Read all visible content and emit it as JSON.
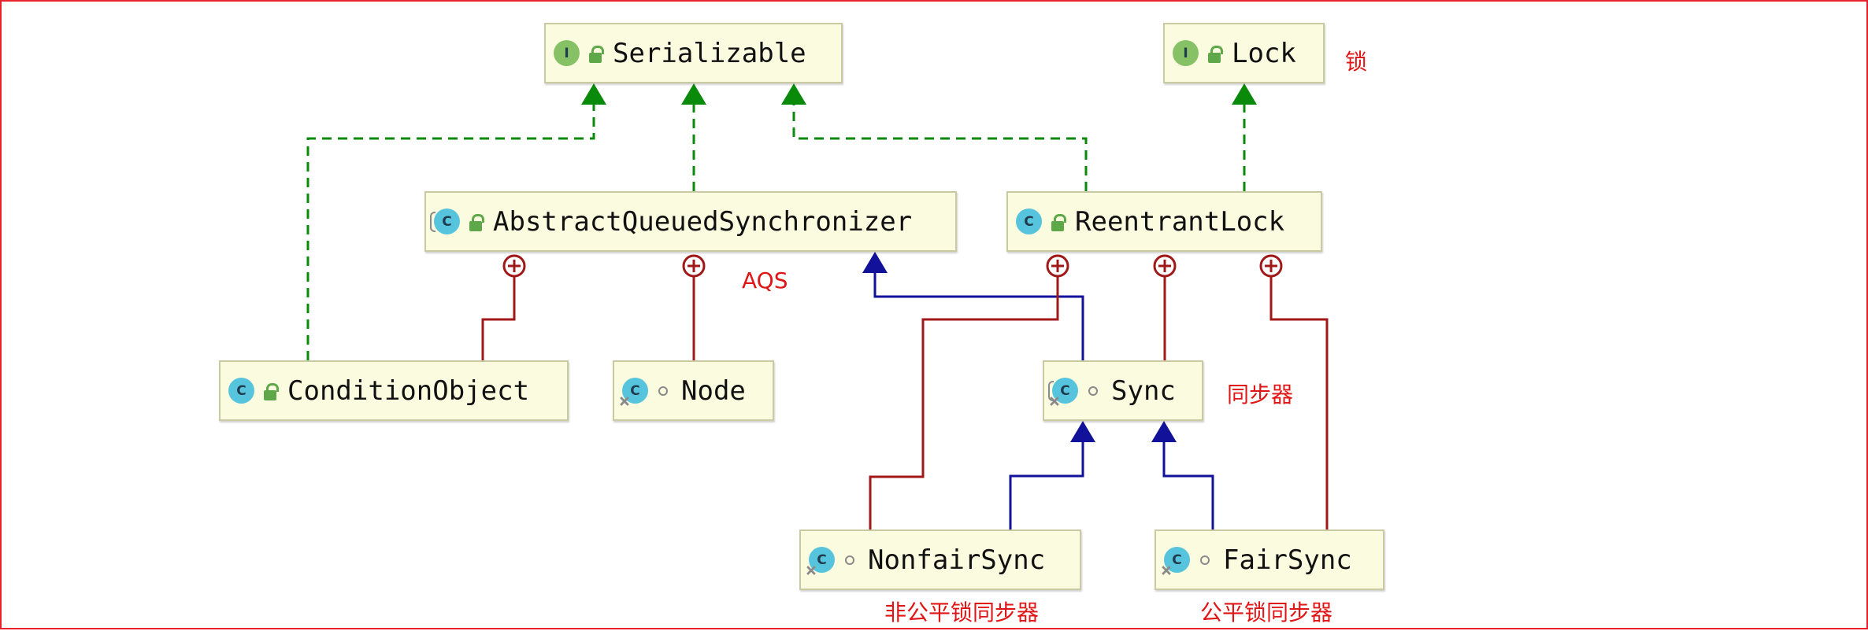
{
  "nodes": {
    "serializable": {
      "name": "Serializable",
      "kind": "interface",
      "visibility": "public"
    },
    "lock": {
      "name": "Lock",
      "kind": "interface",
      "visibility": "public"
    },
    "aqs": {
      "name": "AbstractQueuedSynchronizer",
      "kind": "abstract-class",
      "visibility": "public"
    },
    "reentrant_lock": {
      "name": "ReentrantLock",
      "kind": "class",
      "visibility": "public"
    },
    "condition_object": {
      "name": "ConditionObject",
      "kind": "class",
      "visibility": "public"
    },
    "node": {
      "name": "Node",
      "kind": "static-class",
      "visibility": "package"
    },
    "sync": {
      "name": "Sync",
      "kind": "abstract-static-class",
      "visibility": "package"
    },
    "nonfair_sync": {
      "name": "NonfairSync",
      "kind": "static-class",
      "visibility": "package"
    },
    "fair_sync": {
      "name": "FairSync",
      "kind": "static-class",
      "visibility": "package"
    }
  },
  "annotations": {
    "lock": "锁",
    "aqs": "AQS",
    "sync": "同步器",
    "nonfair_sync": "非公平锁同步器",
    "fair_sync": "公平锁同步器"
  },
  "edges": [
    {
      "from": "condition_object",
      "to": "serializable",
      "type": "implements"
    },
    {
      "from": "aqs",
      "to": "serializable",
      "type": "implements"
    },
    {
      "from": "reentrant_lock",
      "to": "serializable",
      "type": "implements"
    },
    {
      "from": "reentrant_lock",
      "to": "lock",
      "type": "implements"
    },
    {
      "from": "sync",
      "to": "aqs",
      "type": "extends"
    },
    {
      "from": "nonfair_sync",
      "to": "sync",
      "type": "extends"
    },
    {
      "from": "fair_sync",
      "to": "sync",
      "type": "extends"
    },
    {
      "from": "condition_object",
      "to": "aqs",
      "type": "inner"
    },
    {
      "from": "node",
      "to": "aqs",
      "type": "inner"
    },
    {
      "from": "nonfair_sync",
      "to": "reentrant_lock",
      "type": "inner"
    },
    {
      "from": "sync",
      "to": "reentrant_lock",
      "type": "inner"
    },
    {
      "from": "fair_sync",
      "to": "reentrant_lock",
      "type": "inner"
    }
  ],
  "colors": {
    "implements": "#0a8a0a",
    "extends": "#111199",
    "inner": "#a01818",
    "annotation": "#e01515",
    "node_fill": "#fbfbdf",
    "node_border": "#c9c9a2",
    "frame": "#e8222a"
  }
}
